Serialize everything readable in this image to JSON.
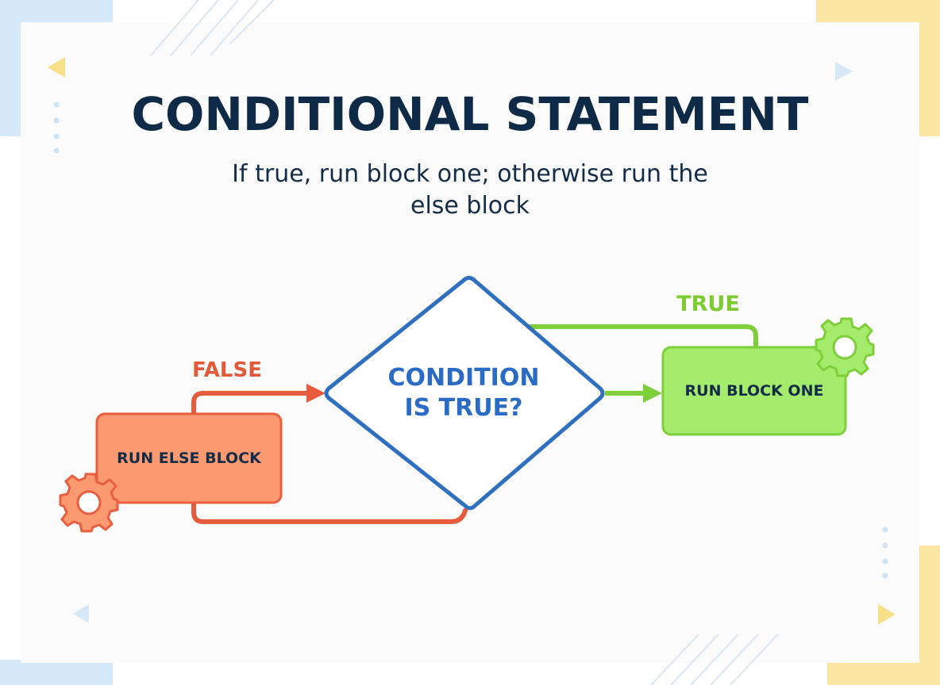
{
  "title": "CONDITIONAL STATEMENT",
  "subtitle": "If true, run block one; otherwise run the else block",
  "diagram": {
    "decision": {
      "label_line1": "CONDITION",
      "label_line2": "IS TRUE?"
    },
    "true_block": {
      "label": "RUN BLOCK ONE"
    },
    "else_block": {
      "label": "RUN ELSE BLOCK"
    },
    "true_edge": {
      "label": "TRUE"
    },
    "false_edge": {
      "label": "FALSE"
    }
  },
  "colors": {
    "title": "#0e2a47",
    "decision_stroke": "#2f6fc0",
    "decision_text": "#2a6cc4",
    "true_fill": "#a6ec6c",
    "true_stroke": "#7ecf3a",
    "true_label": "#7dcc2f",
    "false_fill": "#fb9a70",
    "false_stroke": "#e85f3f",
    "false_label": "#e25a39",
    "accent_blue": "#cfe4f7",
    "accent_yellow": "#fde9a6"
  },
  "icons": [
    "gear-icon-green",
    "gear-icon-orange"
  ]
}
